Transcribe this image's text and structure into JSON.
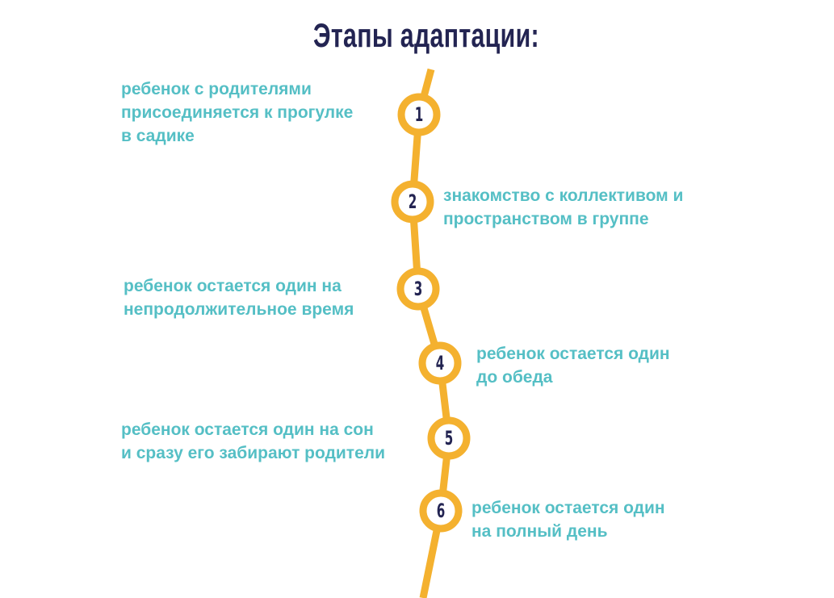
{
  "title": "Этапы адаптации:",
  "colors": {
    "title": "#232452",
    "line": "#f4b12f",
    "node_fill": "#ffffff",
    "node_number": "#232452",
    "label_text": "#55bfc5",
    "background": "#ffffff"
  },
  "stages": [
    {
      "number": "1",
      "text": "ребенок с родителями\nприсоединяется к прогулке\nв садике",
      "side": "left"
    },
    {
      "number": "2",
      "text": "знакомство с коллективом и\nпространством в группе",
      "side": "right"
    },
    {
      "number": "3",
      "text": "ребенок остается один на\nнепродолжительное время",
      "side": "left"
    },
    {
      "number": "4",
      "text": "ребенок остается один\nдо обеда",
      "side": "right"
    },
    {
      "number": "5",
      "text": "ребенок остается один на сон\nи сразу его забирают родители",
      "side": "left"
    },
    {
      "number": "6",
      "text": "ребенок остается один\nна полный день",
      "side": "right"
    }
  ]
}
